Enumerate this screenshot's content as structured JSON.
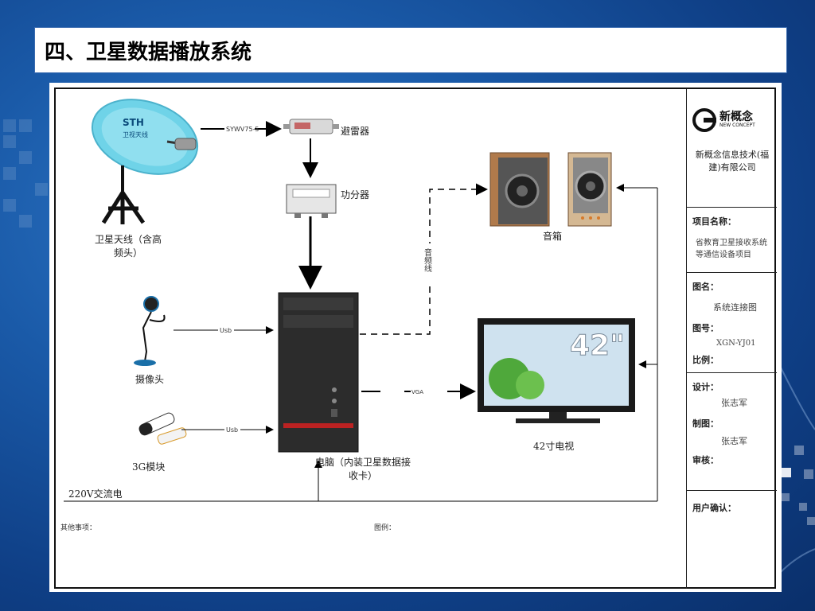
{
  "slide": {
    "title": "四、卫星数据播放系统"
  },
  "diagram": {
    "satellite_dish": {
      "label": "卫星天线（含高频头）",
      "brand": "STH",
      "brand_sub": "卫视天线"
    },
    "surge_protector": {
      "label": "避雷器"
    },
    "splitter": {
      "label": "功分器"
    },
    "speakers": {
      "label": "音箱"
    },
    "camera": {
      "label": "摄像头"
    },
    "modem_3g": {
      "label": "3G模块"
    },
    "computer": {
      "label": "电脑（内装卫星数据接收卡）"
    },
    "tv": {
      "label": "42寸电视",
      "screen_text": "42\""
    },
    "power": {
      "label": "220V交流电"
    },
    "cable_labels": {
      "coax": "SYWV75-5",
      "usb_camera": "Usb",
      "usb_modem": "Usb",
      "audio": "音频线",
      "vga": "VGA"
    },
    "footer": {
      "other_items": "其他事项：",
      "legend": "图例："
    }
  },
  "title_block": {
    "company_logo_text": "新概念",
    "company_logo_sub": "NEW CONCEPT",
    "company_name": "新概念信息技术(福建)有限公司",
    "project_name_label": "项目名称：",
    "project_name": "省教育卫星接收系统等通信设备项目",
    "drawing_name_label": "图名：",
    "drawing_name": "系统连接图",
    "drawing_no_label": "图号：",
    "drawing_no": "XGN-YJ01",
    "scale_label": "比例：",
    "design_label": "设计：",
    "designer": "张志军",
    "drafting_label": "制图：",
    "drafter": "张志军",
    "review_label": "审核：",
    "customer_confirm_label": "用户确认："
  },
  "colors": {
    "background": "#1a5aa8",
    "title_bar": "#ffffff",
    "frame": "#111111"
  }
}
